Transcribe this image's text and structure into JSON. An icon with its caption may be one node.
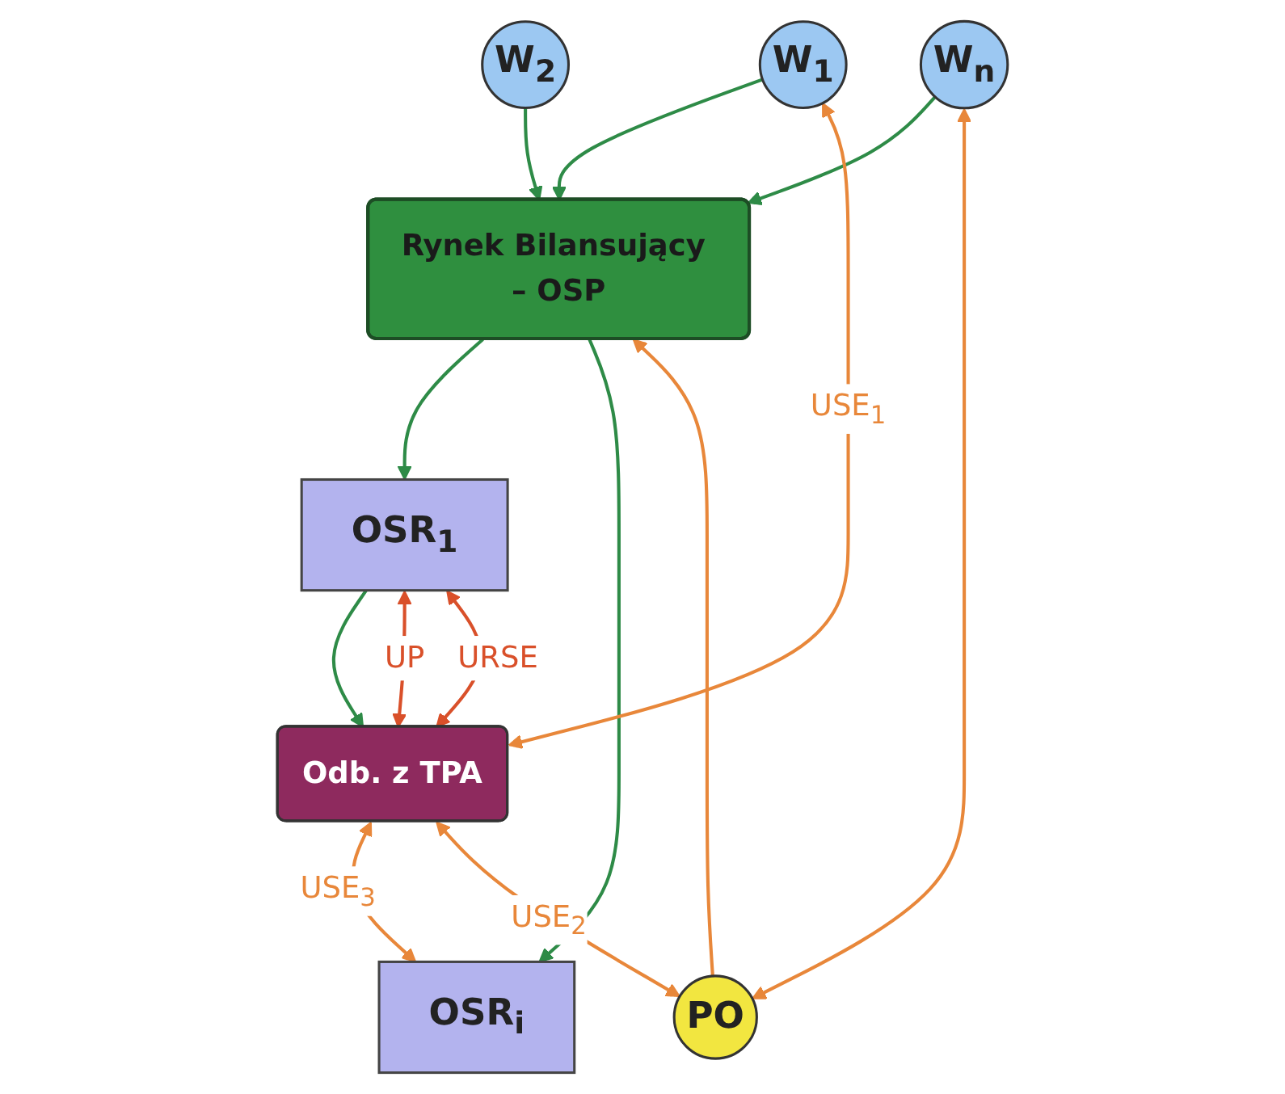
{
  "diagram": {
    "nodes": [
      {
        "text": [
          "W$_{1}$"
        ]
      },
      {
        "text": [
          "W$_{2}$"
        ]
      },
      {
        "text": [
          "W$_{n}$"
        ]
      },
      {
        "text": [
          "Rynek Bilansujący – OSP"
        ]
      },
      {
        "text": [
          "PO"
        ]
      },
      {
        "text": [
          "OSR$_{1}$"
        ]
      },
      {
        "text": [
          "OSR$_{i}$"
        ]
      },
      {
        "text": [
          "Odb. z TPA"
        ]
      }
    ],
    "edges": [
      {
        "from": 0,
        "to": 3,
        "arrow": "to"
      },
      {
        "from": 1,
        "to": 3,
        "arrow": "to"
      },
      {
        "from": 2,
        "to": 3,
        "arrow": "to"
      },
      {
        "from": 2,
        "to": 4,
        "arrow": "both",
        "color": "#e8873a"
      },
      {
        "from": 4,
        "to": 3,
        "arrow": "to",
        "color": "#e8873a"
      },
      {
        "from": 3,
        "to": 5,
        "arrow": "to"
      },
      {
        "from": 3,
        "to": 6,
        "arrow": "to"
      },
      {
        "from": 5,
        "to": 7,
        "arrow": "to"
      },
      {
        "from": 5,
        "to": 7,
        "arrow": "both",
        "label": "UP",
        "color": "#d9502a"
      },
      {
        "from": 5,
        "to": 7,
        "arrow": "both",
        "label": "URSE",
        "color": "#d9502a"
      },
      {
        "from": 7,
        "to": 0,
        "arrow": "both",
        "label": "USE$_{1}$",
        "color": "#e8873a"
      },
      {
        "from": 7,
        "to": 6,
        "arrow": "both",
        "label": "USE$_{3}$",
        "color": "#e8873a"
      },
      {
        "from": 7,
        "to": 4,
        "arrow": "both",
        "label": "USE$_{2}$",
        "color": "#e8873a"
      }
    ]
  }
}
